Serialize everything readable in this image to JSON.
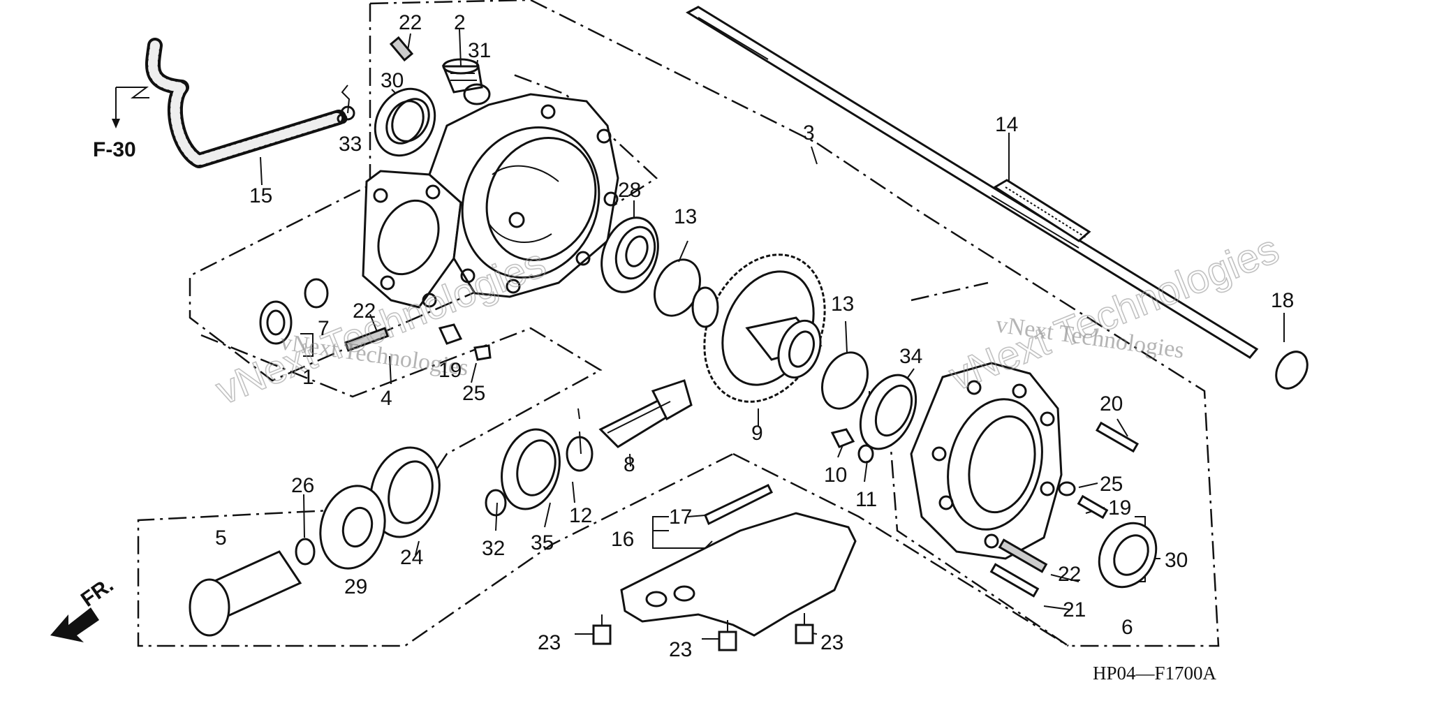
{
  "diagram": {
    "code": "HP04—F1700A",
    "ref_page": "F-30",
    "front_label": "FR.",
    "watermark": "vNext Technologies",
    "callouts": {
      "c1": "1",
      "c2": "2",
      "c3": "3",
      "c4": "4",
      "c5": "5",
      "c6": "6",
      "c7": "7",
      "c8": "8",
      "c9": "9",
      "c10": "10",
      "c11": "11",
      "c12": "12",
      "c13a": "13",
      "c13b": "13",
      "c14": "14",
      "c15": "15",
      "c16": "16",
      "c17": "17",
      "c18": "18",
      "c19a": "19",
      "c19b": "19",
      "c20": "20",
      "c21": "21",
      "c22a": "22",
      "c22b": "22",
      "c22c": "22",
      "c23a": "23",
      "c23b": "23",
      "c23c": "23",
      "c24": "24",
      "c25a": "25",
      "c25b": "25",
      "c26": "26",
      "c28": "28",
      "c29": "29",
      "c30a": "30",
      "c30b": "30",
      "c31": "31",
      "c32": "32",
      "c33": "33",
      "c34": "34",
      "c35": "35"
    }
  }
}
